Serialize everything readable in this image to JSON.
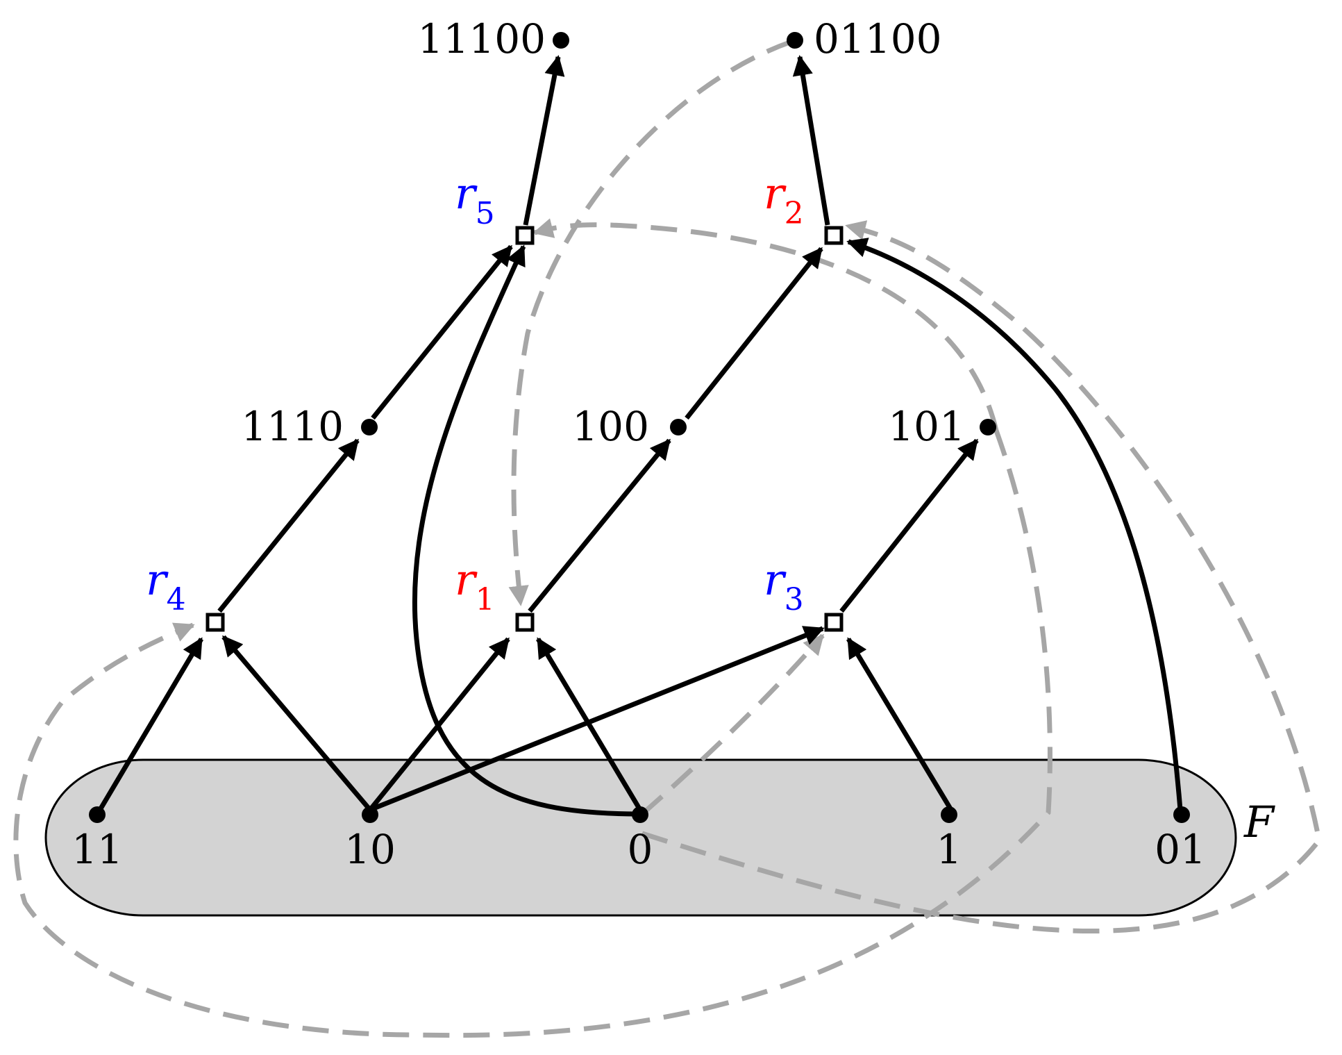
{
  "colors": {
    "red": "#ff0000",
    "blue": "#0000ff",
    "gray_dashed": "#a6a6a6",
    "set_fill": "#d3d3d3",
    "edge": "#000000"
  },
  "set_label": "F",
  "nodes": {
    "n11100": "11100",
    "n01100": "01100",
    "n1110": "1110",
    "n100": "100",
    "n101": "101",
    "n11": "11",
    "n10": "10",
    "n0": "0",
    "n1": "1",
    "n01": "01"
  },
  "rules": {
    "r1": {
      "letter": "r",
      "index": "1",
      "color": "red"
    },
    "r2": {
      "letter": "r",
      "index": "2",
      "color": "red"
    },
    "r3": {
      "letter": "r",
      "index": "3",
      "color": "blue"
    },
    "r4": {
      "letter": "r",
      "index": "4",
      "color": "blue"
    },
    "r5": {
      "letter": "r",
      "index": "5",
      "color": "blue"
    }
  }
}
